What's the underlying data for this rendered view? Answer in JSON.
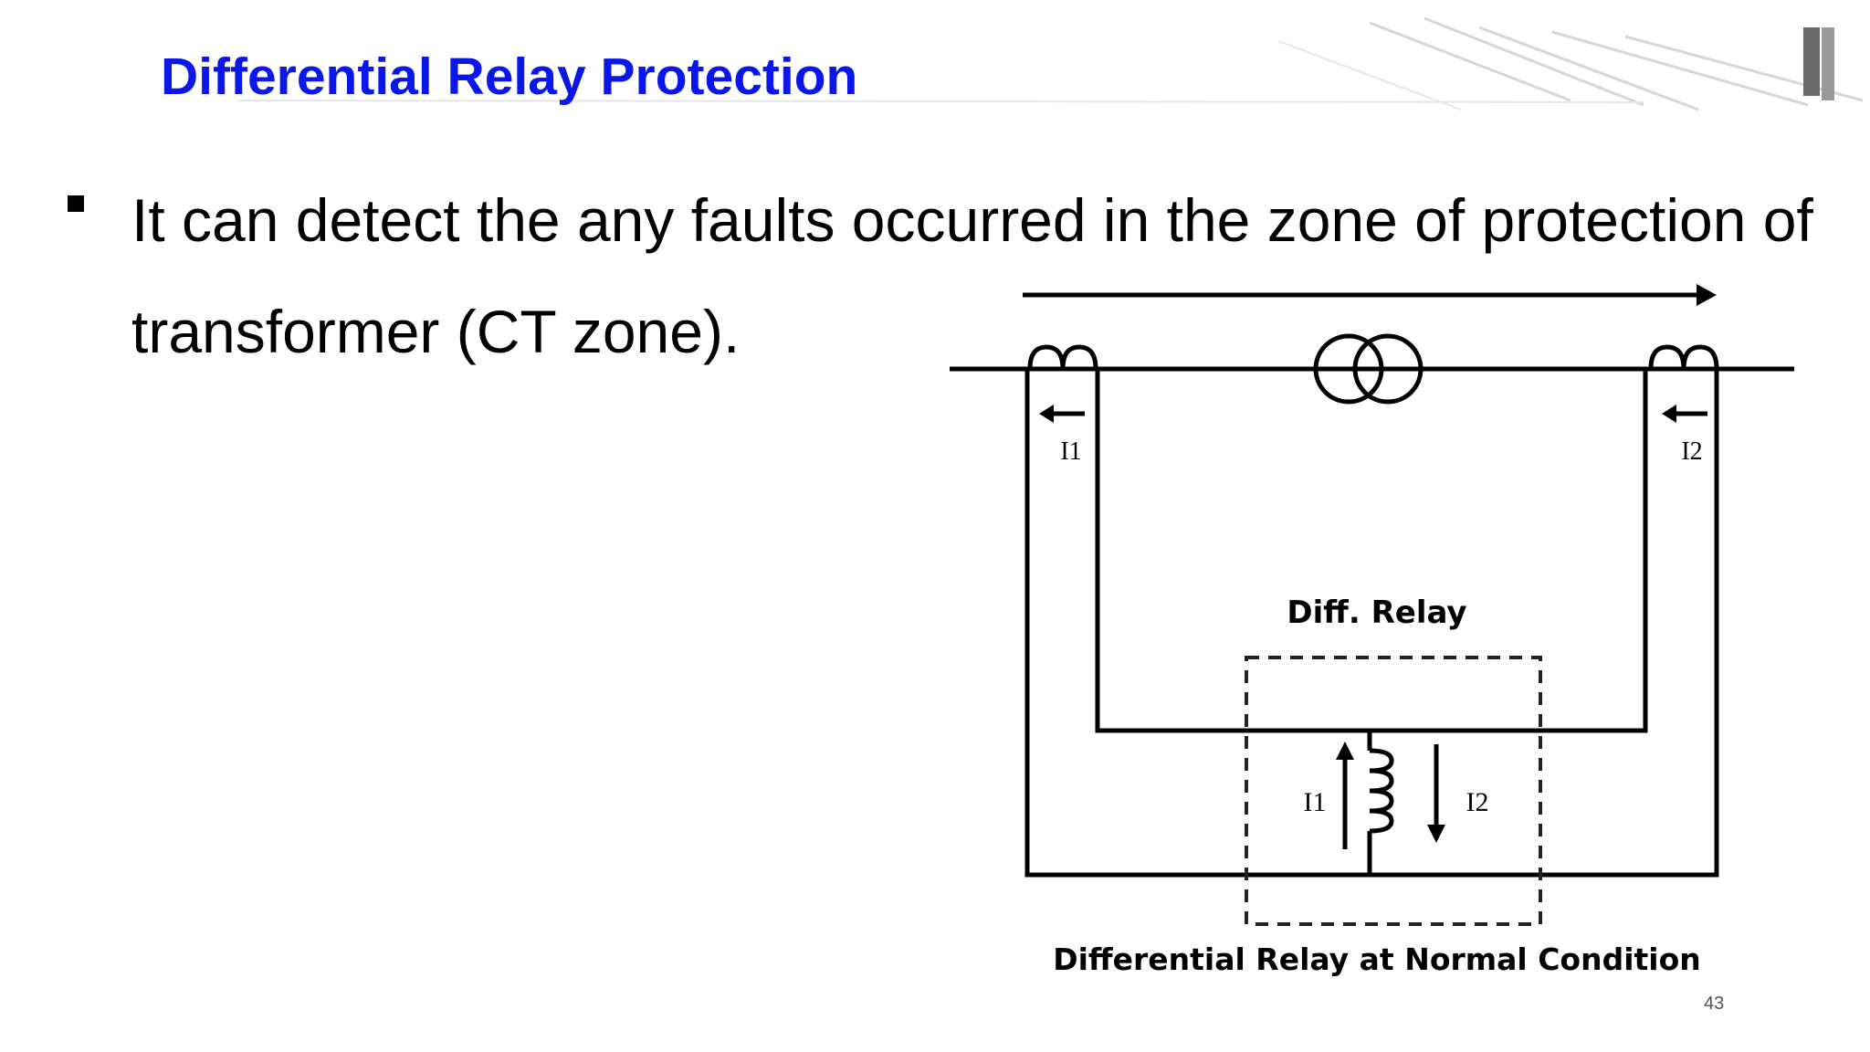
{
  "slide": {
    "title": "Differential Relay Protection",
    "bullets": [
      {
        "text": "It can detect the any faults occurred in the zone of protection of transformer (CT zone)."
      }
    ],
    "page_number": "43"
  },
  "diagram": {
    "ct_left_label": "I1",
    "ct_right_label": "I2",
    "relay_label": "Diff. Relay",
    "relay_i1_label": "I1",
    "relay_i2_label": "I2",
    "caption": "Differential Relay at Normal Condition"
  },
  "colors": {
    "title": "#0b16e8",
    "text": "#000000",
    "background": "#ffffff"
  }
}
